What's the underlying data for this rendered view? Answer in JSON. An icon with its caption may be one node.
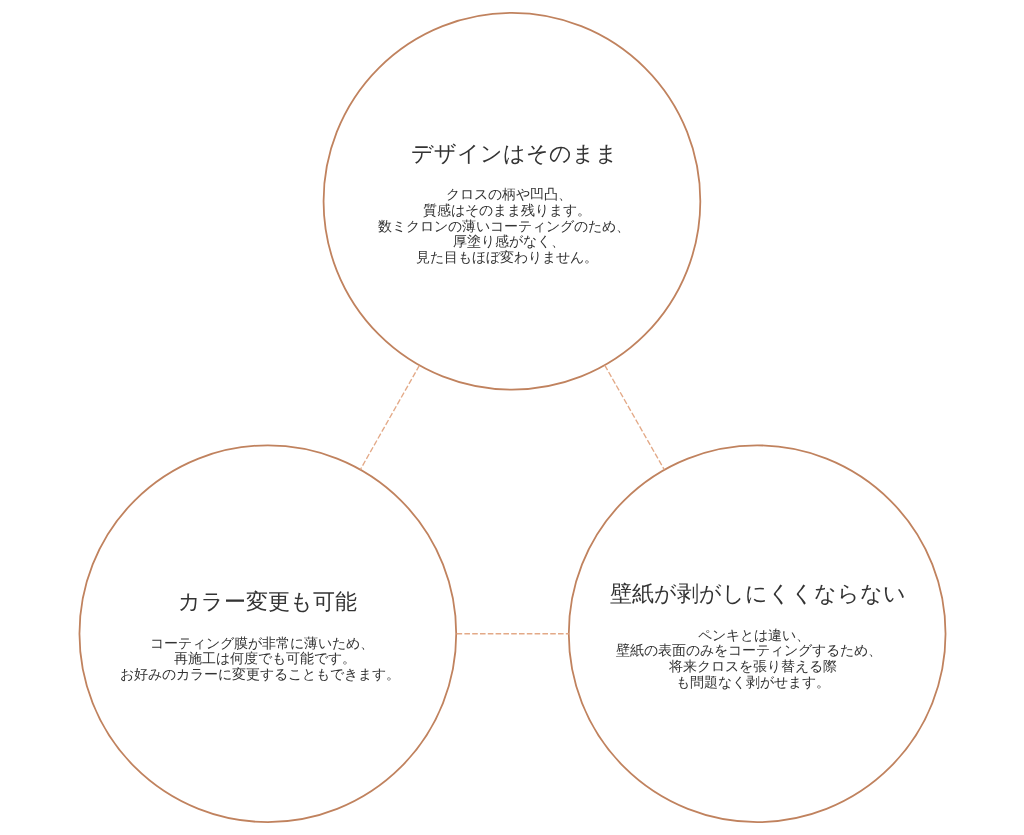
{
  "diagram": {
    "nodes": [
      {
        "text": [
          "デザインはそのまま",
          "クロスの柄や凹凸、質感はそのまま残ります。数ミクロンの薄いコーティングのため、厚塗り感がなく、見た目もほぼ変わりません。"
        ]
      },
      {
        "text": [
          "カラー変更も可能",
          "コーティング膜が非常に薄いため、再施工は何度でも可能です。お好みのカラーに変更することもできます。"
        ]
      },
      {
        "text": [
          "壁紙が剥がしにくくならない",
          "ペンキとは違い、壁紙の表面のみをコーティングするため、将来クロスを張り替える際も問題なく剥がせます。"
        ]
      }
    ],
    "edges": [
      {
        "from": 0,
        "to": 1,
        "arrow": "none",
        "style": "dashed"
      },
      {
        "from": 0,
        "to": 2,
        "arrow": "none",
        "style": "dashed"
      },
      {
        "from": 1,
        "to": 2,
        "arrow": "none",
        "style": "dashed"
      }
    ]
  }
}
